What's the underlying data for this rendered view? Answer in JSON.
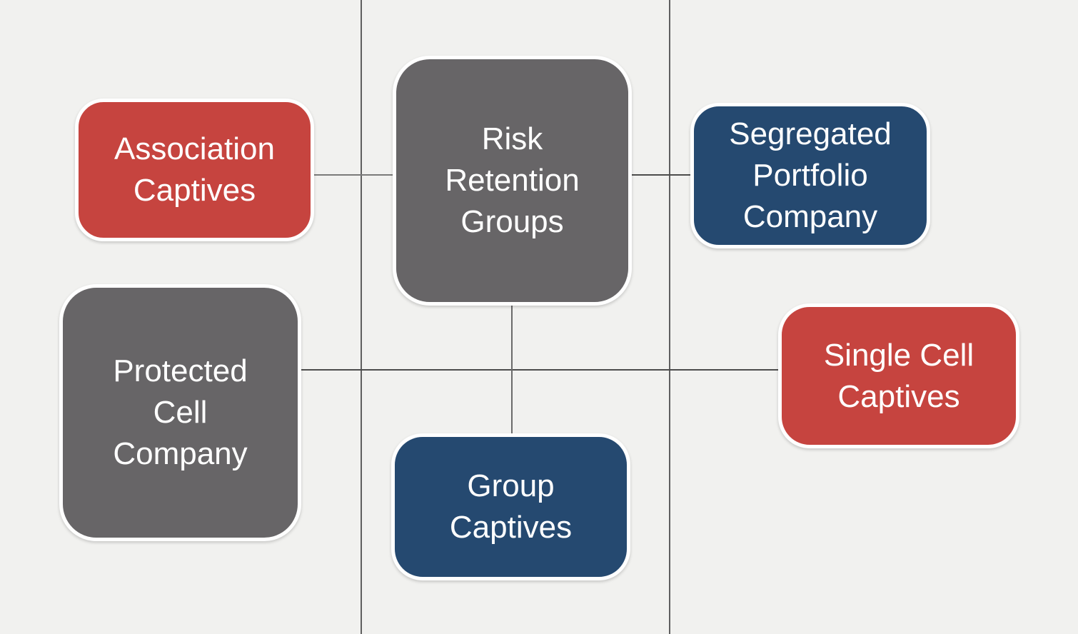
{
  "canvas": {
    "background_color": "#f1f1ef",
    "line_color": "#565656"
  },
  "diagram": {
    "subject": "captive-insurance-types",
    "nodes": [
      {
        "id": "association-captives",
        "label": "Association\nCaptives",
        "fill": "#c6443f",
        "text_color": "#ffffff"
      },
      {
        "id": "risk-retention-groups",
        "label": "Risk\nRetention\nGroups",
        "fill": "#676567",
        "text_color": "#ffffff"
      },
      {
        "id": "segregated-portfolio-company",
        "label": "Segregated\nPortfolio\nCompany",
        "fill": "#254970",
        "text_color": "#ffffff"
      },
      {
        "id": "protected-cell-company",
        "label": "Protected\nCell\nCompany",
        "fill": "#676567",
        "text_color": "#ffffff"
      },
      {
        "id": "single-cell-captives",
        "label": "Single Cell\nCaptives",
        "fill": "#c6443f",
        "text_color": "#ffffff"
      },
      {
        "id": "group-captives",
        "label": "Group\nCaptives",
        "fill": "#254970",
        "text_color": "#ffffff"
      }
    ],
    "connectors": [
      {
        "from": "association-captives",
        "to": "risk-retention-groups"
      },
      {
        "from": "risk-retention-groups",
        "to": "segregated-portfolio-company"
      },
      {
        "from": "protected-cell-company",
        "to": "single-cell-captives"
      },
      {
        "from": "risk-retention-groups",
        "to": "group-captives"
      }
    ],
    "grid_lines": [
      {
        "id": "vertical-left"
      },
      {
        "id": "vertical-right"
      },
      {
        "id": "horizontal-middle"
      }
    ]
  }
}
